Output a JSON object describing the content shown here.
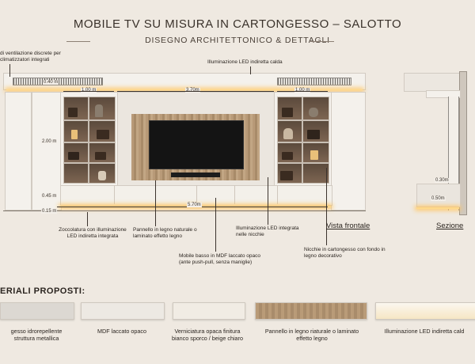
{
  "header": {
    "title": "MOBILE TV SU MISURA IN CARTONGESSO – SALOTTO",
    "subtitle": "DISEGNO ARCHITETTONICO & DETTAGLI"
  },
  "annotations": {
    "vent": "di ventilazione discrete per\nclimatizzatori integrati",
    "led_top": "Illuminazione LED indiretta calda",
    "plinth": "Zoccolatura con illuminazione\nLED indiretta integrata",
    "panel": "Pannello in legno naturale o\nlaminato effetto legno",
    "led_niches": "Illuminazione LED integrata\nnelle nicchie",
    "cabinet": "Mobile basso in MDF laccato opaco\n(ante push-pull, senza maniglie)",
    "niche_wood": "Nicchie in cartongesso con fondo in\nlegno decorativo"
  },
  "dimensions": {
    "vent_h": "0.40 m",
    "left_w": "1.00 m",
    "center_w": "3.70m",
    "right_w": "1.00 m",
    "height": "2.00 m",
    "cab_h": "0.45 m",
    "plinth_h": "0.15 m",
    "total_w": "5.70m",
    "sec_depth": "0.30m",
    "sec_base": "0.50m"
  },
  "views": {
    "front": "Vista frontale",
    "section": "Sezione"
  },
  "materials": {
    "heading": "ERIALI PROPOSTI:",
    "items": [
      {
        "label": "gesso idrorepellente\nstruttura metallica",
        "color": "#dcd8d2"
      },
      {
        "label": "MDF laccato opaco",
        "color": "#ede9e3"
      },
      {
        "label": "Verniciatura opaca finitura\nbianco sporco / beige chiaro",
        "color": "#f1ece4"
      },
      {
        "label": "Pannello in legno riaturale o laminato\neffetto legno",
        "color": "#b99b78"
      },
      {
        "label": "Illuminazione LED indiretta cald",
        "color": "#f6e6c4"
      }
    ]
  }
}
